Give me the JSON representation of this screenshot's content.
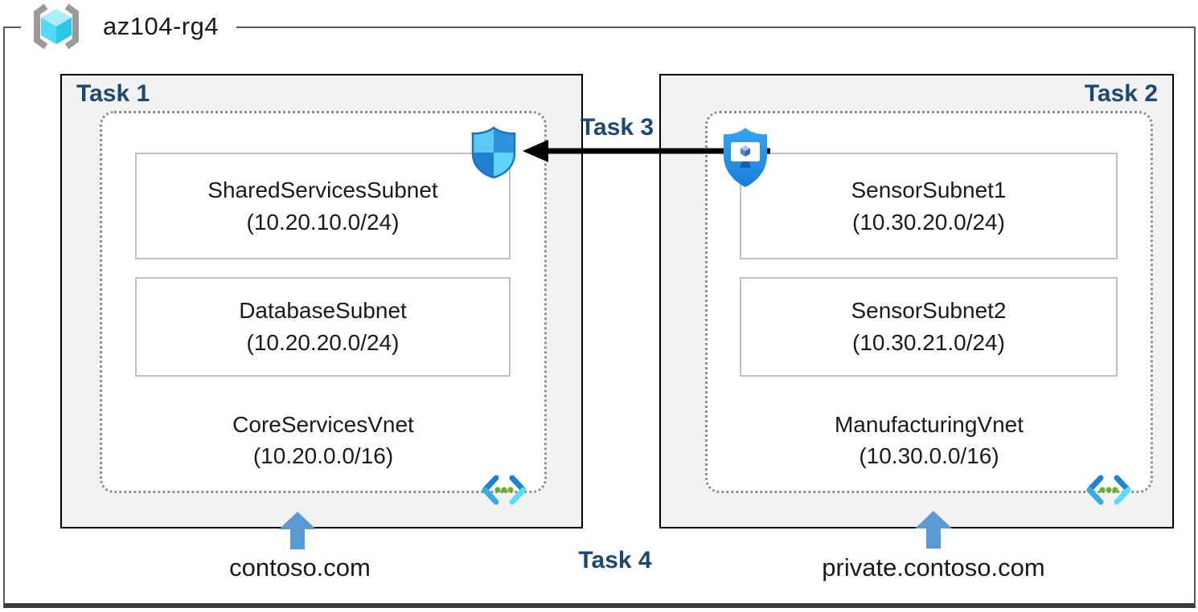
{
  "resource_group": {
    "name": "az104-rg4",
    "icon": "resource-group-brackets-cube-icon"
  },
  "zones": {
    "left": {
      "task_label": "Task 1",
      "vnet_name": "CoreServicesVnet",
      "vnet_cidr": "(10.20.0.0/16)",
      "subnets": [
        {
          "name": "SharedServicesSubnet",
          "cidr": "(10.20.10.0/24)"
        },
        {
          "name": "DatabaseSubnet",
          "cidr": "(10.20.20.0/24)"
        }
      ],
      "dns_domain": "contoso.com"
    },
    "right": {
      "task_label": "Task 2",
      "vnet_name": "ManufacturingVnet",
      "vnet_cidr": "(10.30.0.0/16)",
      "subnets": [
        {
          "name": "SensorSubnet1",
          "cidr": "(10.30.20.0/24)"
        },
        {
          "name": "SensorSubnet2",
          "cidr": "(10.30.21.0/24)"
        }
      ],
      "dns_domain": "private.contoso.com"
    }
  },
  "annotations": {
    "task3_label": "Task 3",
    "task4_label": "Task 4"
  },
  "icons": {
    "nsg": "network-security-group-shield-icon",
    "bastion": "shield-with-monitor-icon",
    "vnet": "virtual-network-chevrons-icon",
    "dns_arrow": "blue-up-arrow",
    "peering_arrow": "black-left-arrow"
  },
  "colors": {
    "task_label": "#1b4876",
    "zone_fill": "#f2f2f2",
    "zone_border": "#000000",
    "frame_border": "#595959",
    "subnet_border": "#bfbfbf",
    "dotted_border": "#8f8f8f",
    "arrow_blue": "#5b9bd5",
    "arrow_black": "#000000",
    "shield_blue": "#2496ec",
    "vnet_green": "#66b22e"
  }
}
